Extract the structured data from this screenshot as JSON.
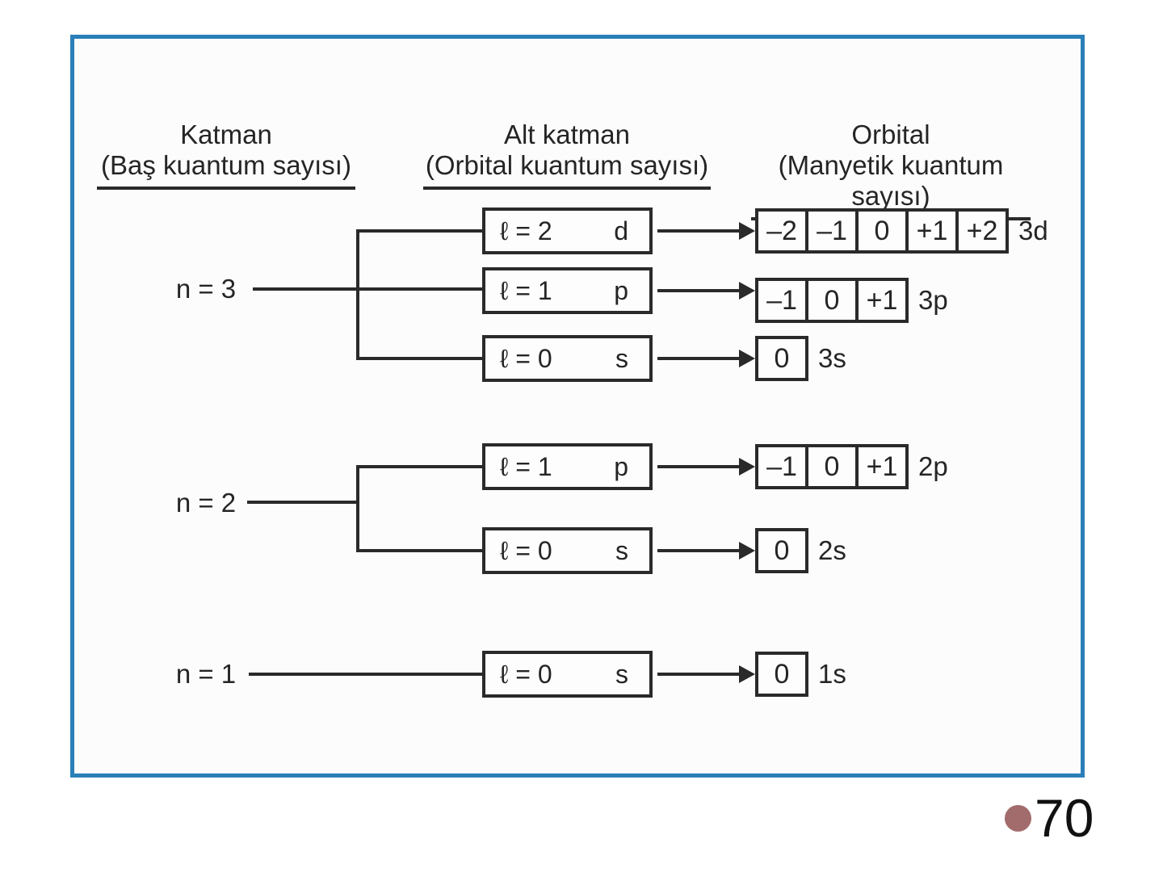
{
  "slide": {
    "border_color": "#2a7fb8"
  },
  "columns": [
    {
      "title": "Katman",
      "subtitle": "(Baş kuantum sayısı)"
    },
    {
      "title": "Alt katman",
      "subtitle": "(Orbital kuantum sayısı)"
    },
    {
      "title": "Orbital",
      "subtitle": "(Manyetik kuantum sayısı)"
    }
  ],
  "shells": [
    {
      "label": "n = 3",
      "subshells": [
        {
          "quantum": "ℓ = 2",
          "letter": "d",
          "cells": [
            "–2",
            "–1",
            "0",
            "+1",
            "+2"
          ],
          "name": "3d"
        },
        {
          "quantum": "ℓ = 1",
          "letter": "p",
          "cells": [
            "–1",
            "0",
            "+1"
          ],
          "name": "3p"
        },
        {
          "quantum": "ℓ = 0",
          "letter": "s",
          "cells": [
            "0"
          ],
          "name": "3s"
        }
      ]
    },
    {
      "label": "n = 2",
      "subshells": [
        {
          "quantum": "ℓ = 1",
          "letter": "p",
          "cells": [
            "–1",
            "0",
            "+1"
          ],
          "name": "2p"
        },
        {
          "quantum": "ℓ = 0",
          "letter": "s",
          "cells": [
            "0"
          ],
          "name": "2s"
        }
      ]
    },
    {
      "label": "n = 1",
      "subshells": [
        {
          "quantum": "ℓ = 0",
          "letter": "s",
          "cells": [
            "0"
          ],
          "name": "1s"
        }
      ]
    }
  ],
  "page": {
    "number": "70",
    "bullet_color": "#a26c6c"
  }
}
